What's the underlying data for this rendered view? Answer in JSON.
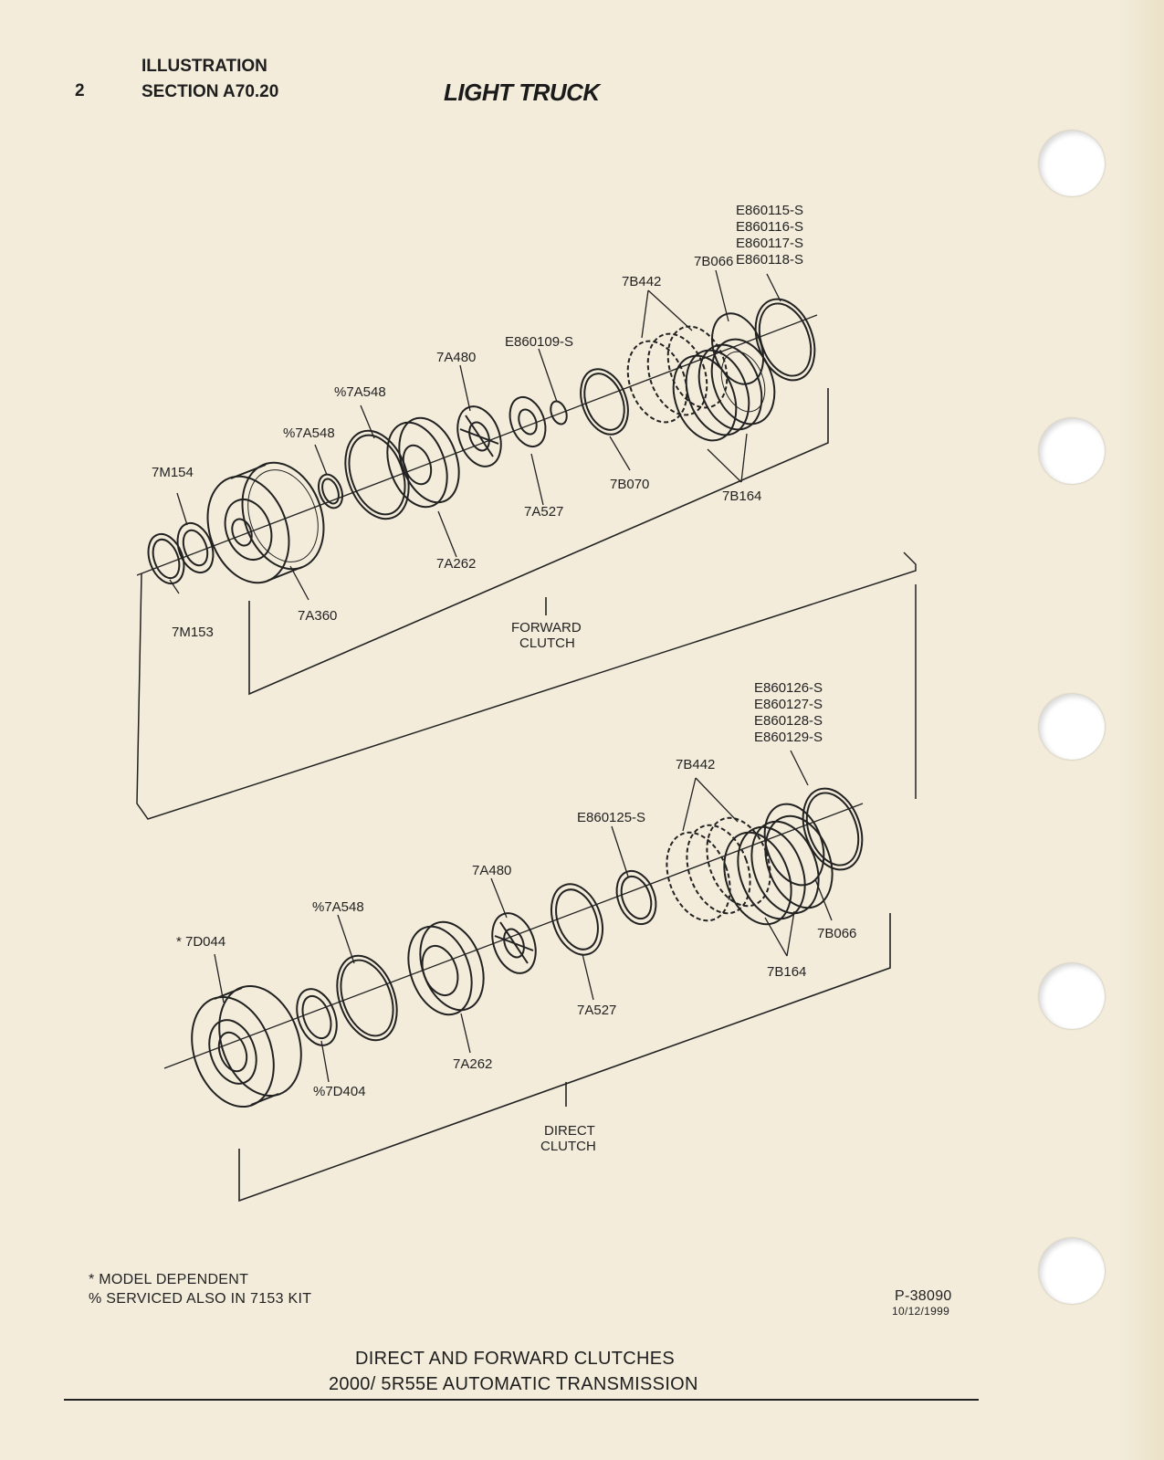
{
  "header": {
    "page_number": "2",
    "illustration": "ILLUSTRATION",
    "section": "SECTION A70.20",
    "title": "LIGHT TRUCK"
  },
  "forward_clutch": {
    "group_label_line1": "FORWARD",
    "group_label_line2": "CLUTCH",
    "parts": {
      "p7M153": "7M153",
      "p7M154": "7M154",
      "p7A360": "7A360",
      "p7A548_small": "%7A548",
      "p7A548_large": "%7A548",
      "p7A262": "7A262",
      "p7A480": "7A480",
      "p7A527": "7A527",
      "pE860109": "E860109-S",
      "p7B070": "7B070",
      "p7B442": "7B442",
      "p7B066": "7B066",
      "p7B164": "7B164",
      "snap_rings": [
        "E860115-S",
        "E860116-S",
        "E860117-S",
        "E860118-S"
      ]
    }
  },
  "direct_clutch": {
    "group_label_line1": "DIRECT",
    "group_label_line2": "CLUTCH",
    "parts": {
      "p7D044": "* 7D044",
      "p7D404": "%7D404",
      "p7A548": "%7A548",
      "p7A262": "7A262",
      "p7A480": "7A480",
      "p7A527": "7A527",
      "pE860125": "E860125-S",
      "p7B442": "7B442",
      "p7B066": "7B066",
      "p7B164": "7B164",
      "snap_rings": [
        "E860126-S",
        "E860127-S",
        "E860128-S",
        "E860129-S"
      ]
    }
  },
  "notes": {
    "model_dependent": "* MODEL DEPENDENT",
    "serviced": "% SERVICED ALSO IN 7153 KIT"
  },
  "reference": {
    "number": "P-38090",
    "date": "10/12/1999"
  },
  "caption": {
    "line1": "DIRECT AND FORWARD CLUTCHES",
    "line2": "2000/ 5R55E AUTOMATIC TRANSMISSION"
  }
}
